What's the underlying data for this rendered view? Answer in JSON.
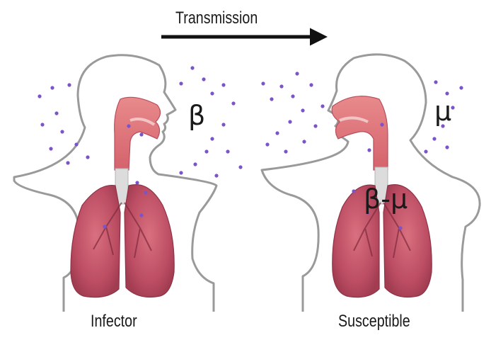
{
  "title": "Transmission",
  "labels": {
    "infector": "Infector",
    "susceptible": "Susceptible",
    "beta": "β",
    "mu": "μ",
    "beta_minus_mu": "β-μ"
  },
  "colors": {
    "outline": "#9a9a9a",
    "lung": "#c0546a",
    "lung_dark": "#8f3347",
    "airway": "#e07c80",
    "trachea": "#d9d9d9",
    "particle": "#7b55c8",
    "arrow": "#111111"
  }
}
